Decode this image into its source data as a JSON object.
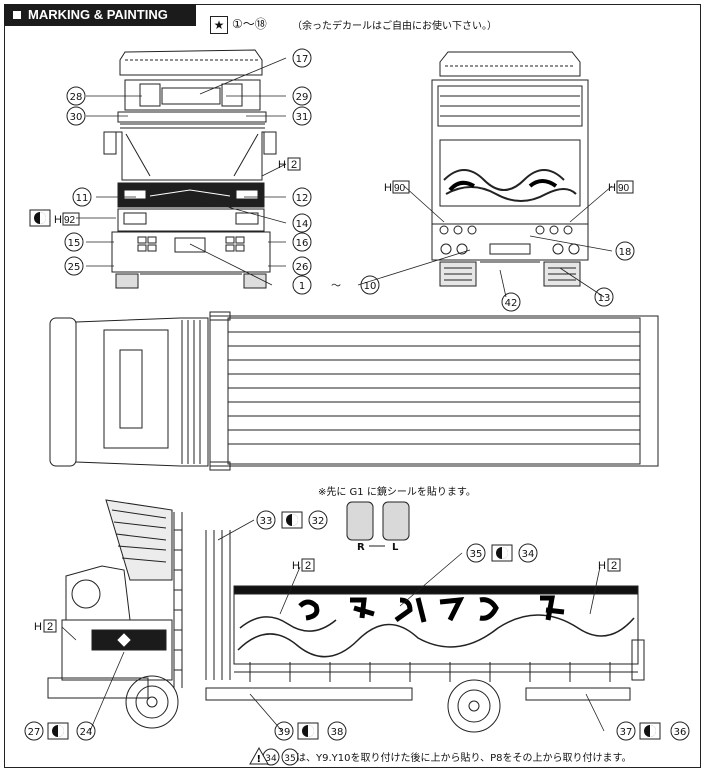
{
  "header": {
    "title": "MARKING & PAINTING"
  },
  "note_top": {
    "range": "①～⑱",
    "text": "（余ったデカールはご自由にお使い下さい。）"
  },
  "note_mid": {
    "text": "※先に G1 に鏡シールを貼ります。",
    "left": "R",
    "right": "L"
  },
  "note_bottom": {
    "text": "は、Y9.Y10を取り付けた後に上から貼り、P8をその上から取り付けます。"
  },
  "callouts": {
    "c17": "17",
    "c28": "28",
    "c29": "29",
    "c30": "30",
    "c31": "31",
    "h2a": "H",
    "h2a_n": "2",
    "c11": "11",
    "c12": "12",
    "h92": "H",
    "h92_n": "92",
    "c14": "14",
    "c15": "15",
    "c16": "16",
    "c25": "25",
    "c26": "26",
    "c1": "1",
    "tilde": "～",
    "c10": "10",
    "h90l": "H",
    "h90l_n": "90",
    "h90r": "H",
    "h90r_n": "90",
    "c18": "18",
    "c13": "13",
    "c42": "42",
    "c33": "33",
    "c32": "32",
    "c35": "35",
    "c34": "34",
    "h2b": "H",
    "h2b_n": "2",
    "h2c": "H",
    "h2c_n": "2",
    "h2d": "H",
    "h2d_n": "2",
    "c27": "27",
    "c24": "24",
    "c39": "39",
    "c38": "38",
    "c37": "37",
    "c36": "36",
    "b34": "34",
    "b35": "35"
  }
}
